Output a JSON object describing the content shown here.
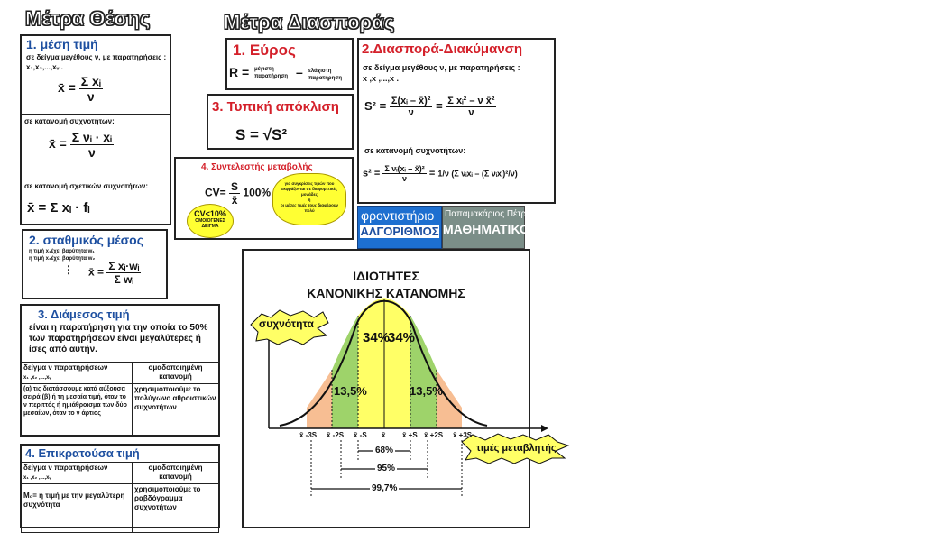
{
  "headers": {
    "position": "Μέτρα Θέσης",
    "dispersion": "Μέτρα Διασποράς"
  },
  "mean": {
    "title": "1. μέση τιμή",
    "desc": "σε δείγμα μεγέθους ν, με παρατηρήσεις :",
    "obs": "x₁,x₂,...,xᵥ .",
    "f1_lhs": "x̄ =",
    "f1_num": "Σ xᵢ",
    "f1_den": "ν",
    "freq_label": "σε κατανομή συχνοτήτων:",
    "f2_lhs": "x̄ =",
    "f2_num": "Σ νᵢ · xᵢ",
    "f2_den": "ν",
    "rel_label": "σε κατανομή σχετικών συχνοτήτων:",
    "f3": "x̄ = Σ xᵢ · fᵢ"
  },
  "weighted": {
    "title": "2. σταθμικός μέσος",
    "l1": "η τιμή x₁έχει βαρύτητα w₁",
    "l2": "η τιμή x₂έχει βαρύτητα w₂",
    "dots": "⋮",
    "lhs": "x̄ =",
    "num": "Σ xᵢ·wᵢ",
    "den": "Σ wᵢ"
  },
  "median": {
    "title": "3. Διάμεσος τιμή",
    "desc": "είναι η παρατήρηση για την οποία το 50% των παρατηρήσεων είναι μεγαλύτερες ή ίσες από αυτήν.",
    "col1": "δείγμα ν παρατηρήσεων",
    "col1_sub": "x₁ ,x₂ ,...,xᵥ",
    "col2": "ομαδοποιημένη κατανομή",
    "cell1": "(α) τις διατάσσουμε κατά αύξουσα σειρά (β) ή τη μεσαία τιμή, όταν το ν περιττός ή ημιάθροισμα των δύο μεσαίων, όταν το ν άρτιος",
    "cell2": "χρησιμοποιούμε το πολύγωνο αθροιστικών συχνοτήτων"
  },
  "mode": {
    "title": "4. Επικρατούσα τιμή",
    "col1": "δείγμα ν παρατηρήσεων",
    "col1_sub": "x₁ ,x₂ ,...,xᵥ",
    "col2": "ομαδοποιημένη κατανομή",
    "cell1": "M₀= η τιμή με την μεγαλύτερη συχνότητα",
    "cell2": "χρησιμοποιούμε το ραβδόγραμμα συχνοτήτων"
  },
  "range": {
    "title": "1. Εύρος",
    "lhs": "R =",
    "max": "μέγιστη παρατήρηση",
    "minus": "–",
    "min": "ελάχιστη παρατήρηση"
  },
  "stddev": {
    "title": "3. Τυπική απόκλιση",
    "formula": "S = √S²"
  },
  "cv": {
    "title": "4. Συντελεστής μεταβολής",
    "lhs": "CV=",
    "num": "S",
    "den": "x̄",
    "pct": "100%",
    "badge1": "CV<10%",
    "badge2": "ΟΜΟΙΟΓΕΝΕΣ",
    "badge3": "ΔΕΙΓΜΑ",
    "cloud1": "για συγκρίσεις τιμών που εκφράζονται σε διαφορετικές μονάδες",
    "cloud2": "ή",
    "cloud3": "οι μέσες τιμές τους διαφέρουν πολύ"
  },
  "variance": {
    "title": "2.Διασπορά-Διακύμανση",
    "desc": "σε δείγμα μεγέθους ν, με παρατηρήσεις :",
    "obs": "x ,x ,...,x .",
    "lhs": "S² =",
    "num1": "Σ(xᵢ – x̄)²",
    "den1": "ν",
    "eq": "=",
    "num2": "Σ xᵢ² – ν x̄²",
    "den2": "ν",
    "freq_label": "σε κατανομή συχνοτήτων:",
    "f2_lhs": "s² =",
    "f2_num": "Σ νᵢ(xᵢ – x̄)²",
    "f2_den": "ν",
    "f2_eq": "=",
    "f2_rhs": "1/ν (Σ νᵢxᵢ – (Σ νᵢxᵢ)²/ν)"
  },
  "logo": {
    "left_top": "φροντιστήριο",
    "left_bottom": "ΑΛΓΟΡΙΘΜΟΣ",
    "right_top": "Παπαμακάριος Πέτρος",
    "right_bottom": "ΜΑΘΗΜΑΤΙΚΟΣ"
  },
  "normal": {
    "title1": "ΙΔΙΟΤΗΤΕΣ",
    "title2": "ΚΑΝΟΝΙΚΗΣ ΚΑΤΑΝΟΜΗΣ",
    "freq_label": "συχνότητα",
    "values_label": "τιμές μεταβλητής",
    "pct_inner_l": "34%",
    "pct_inner_r": "34%",
    "pct_mid_l": "13,5%",
    "pct_mid_r": "13,5%",
    "ticks": [
      "x̄ -3S",
      "x̄ -2S",
      "x̄ -S",
      "x̄",
      "x̄ +S",
      "x̄ +2S",
      "x̄ +3S"
    ],
    "range1": "68%",
    "range2": "95%",
    "range3": "99,7%"
  },
  "colors": {
    "blue": "#1d4fa0",
    "red": "#d4202a",
    "yellow": "#ffff66",
    "green": "#9ed36a",
    "orange": "#f7be93",
    "cloud": "#ffff33"
  }
}
